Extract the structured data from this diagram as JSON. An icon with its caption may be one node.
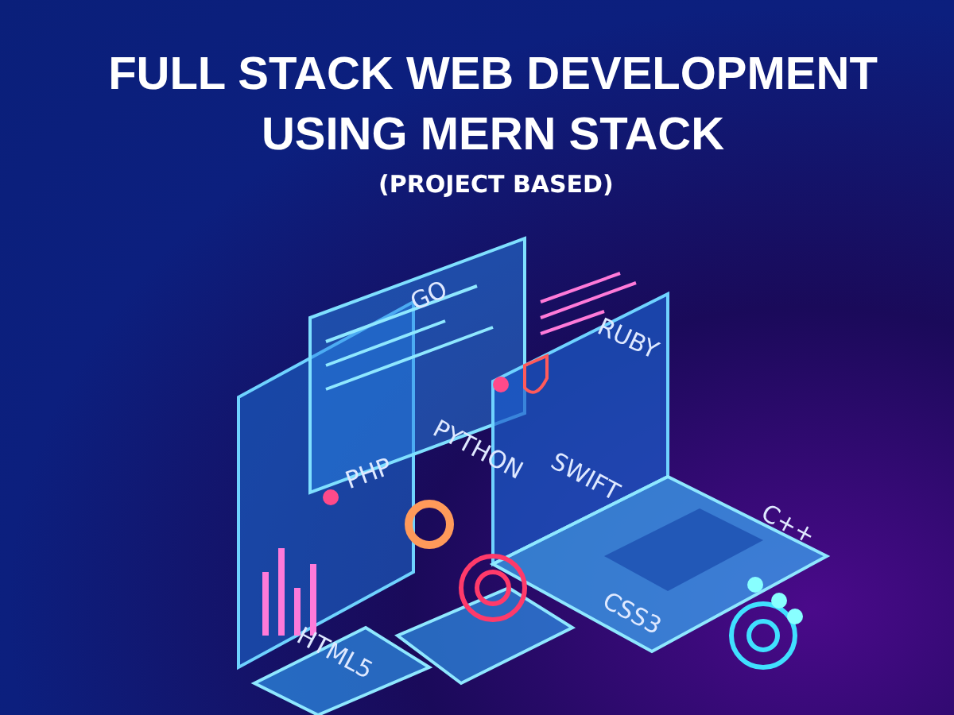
{
  "diagram": {
    "title": "FULL STACK WEB DEVELOPMENT USING MERN STACK",
    "labels": [
      "(PROJECT BASED)",
      "GO",
      "RUBY",
      "PHP",
      "PYTHON",
      "SWIFT",
      "C++",
      "CSS3",
      "HTML5"
    ]
  }
}
